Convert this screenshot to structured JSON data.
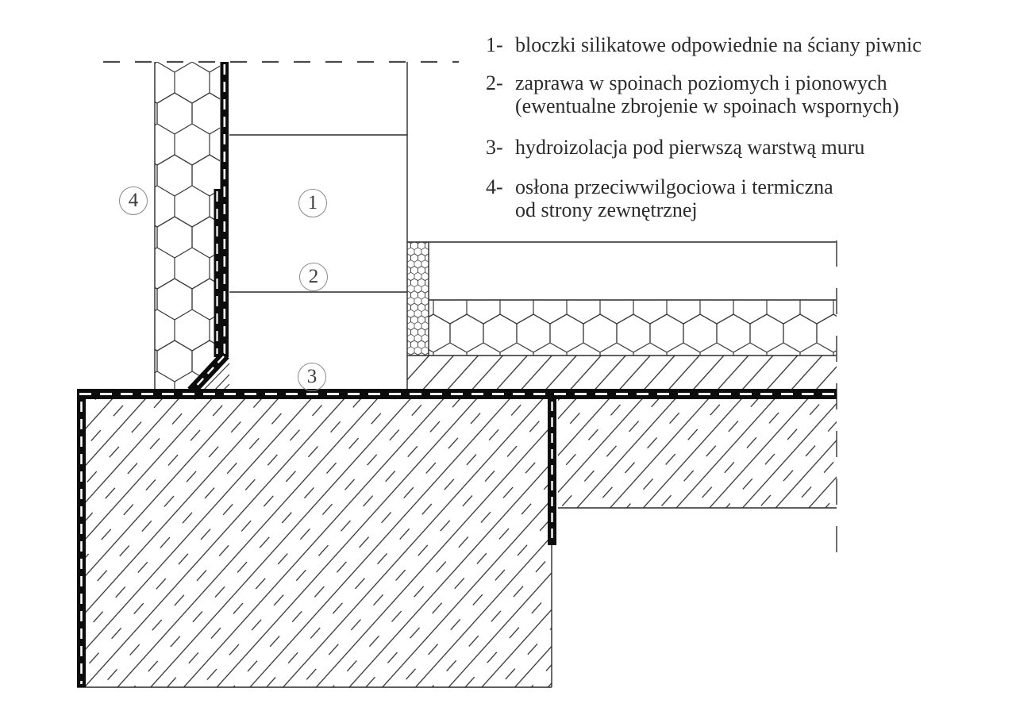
{
  "legend": {
    "items": [
      {
        "num": "1-",
        "line1": "bloczki silikatowe odpowiednie na ściany piwnic",
        "line2": ""
      },
      {
        "num": "2-",
        "line1": "zaprawa w spoinach poziomych i pionowych",
        "line2": "(ewentualne zbrojenie w spoinach wspornych)"
      },
      {
        "num": "3-",
        "line1": "hydroizolacja pod pierwszą warstwą muru",
        "line2": ""
      },
      {
        "num": "4-",
        "line1": "osłona przeciwwilgociowa i termiczna",
        "line2": "od strony zewnętrznej"
      }
    ]
  },
  "callouts": {
    "c1": "1",
    "c2": "2",
    "c3": "3",
    "c4": "4"
  },
  "colors": {
    "line": "#2a2a2a",
    "membrane": "#0c0c0c",
    "break_line": "#4a4a4a",
    "text": "#2b2b2b",
    "circle_stroke": "#8a8a8a",
    "background": "#ffffff"
  }
}
